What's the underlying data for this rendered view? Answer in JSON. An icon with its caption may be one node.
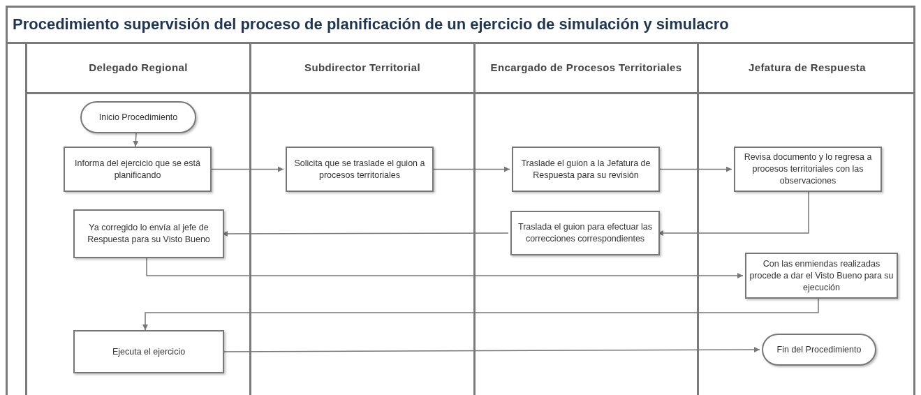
{
  "diagram": {
    "title": "Procedimiento supervisión del proceso de planificación de un ejercicio de simulación y simulacro",
    "nodes": [
      {
        "text": [
          "Delegado Regional"
        ]
      },
      {
        "text": [
          "Subdirector Territorial"
        ]
      },
      {
        "text": [
          "Encargado de Procesos Territoriales"
        ]
      },
      {
        "text": [
          "Jefatura de Respuesta"
        ]
      },
      {
        "text": [
          "Inicio Procedimiento"
        ],
        "in": 0
      },
      {
        "text": [
          "Informa del ejercicio que se está planificando"
        ],
        "in": 0
      },
      {
        "text": [
          "Solicita que se traslade el guion a procesos territoriales"
        ],
        "in": 1
      },
      {
        "text": [
          "Traslade el guion a la Jefatura de Respuesta para su revisión"
        ],
        "in": 2
      },
      {
        "text": [
          "Revisa documento y lo regresa a procesos territoriales con las observaciones"
        ],
        "in": 3
      },
      {
        "text": [
          "Ya corregido lo envía al jefe de Respuesta para su Visto Bueno"
        ],
        "in": 0
      },
      {
        "text": [
          "Traslada el guion para efectuar las correcciones correspondientes"
        ],
        "in": 2
      },
      {
        "text": [
          "Con las enmiendas realizadas procede a dar el Visto Bueno para su ejecución"
        ],
        "in": 3
      },
      {
        "text": [
          "Ejecuta el ejercicio"
        ],
        "in": 0
      },
      {
        "text": [
          "Fin del Procedimiento"
        ],
        "in": 3
      }
    ],
    "edges": [
      {
        "from": 4,
        "to": 5,
        "arrow": "to"
      },
      {
        "from": 5,
        "to": 6,
        "arrow": "to"
      },
      {
        "from": 6,
        "to": 7,
        "arrow": "to"
      },
      {
        "from": 7,
        "to": 8,
        "arrow": "to"
      },
      {
        "from": 8,
        "to": 10,
        "arrow": "to"
      },
      {
        "from": 10,
        "to": 9,
        "arrow": "to"
      },
      {
        "from": 9,
        "to": 11,
        "arrow": "to"
      },
      {
        "from": 11,
        "to": 12,
        "arrow": "to"
      },
      {
        "from": 12,
        "to": 13,
        "arrow": "to"
      }
    ]
  }
}
